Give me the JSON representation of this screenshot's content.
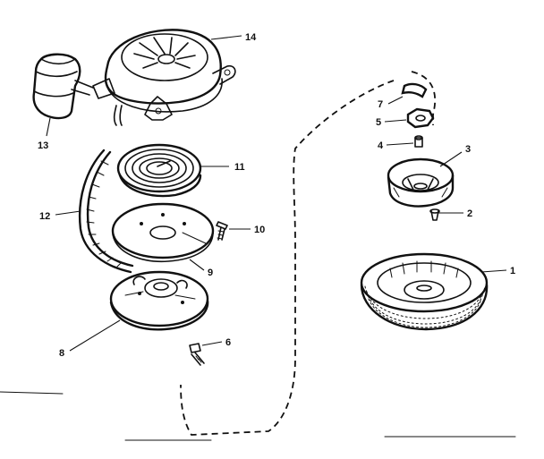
{
  "diagram": {
    "line_color": "#111111",
    "background_color": "#ffffff",
    "parts": [
      {
        "id": "p1",
        "label": "1"
      },
      {
        "id": "p2",
        "label": "2"
      },
      {
        "id": "p3",
        "label": "3"
      },
      {
        "id": "p4",
        "label": "4"
      },
      {
        "id": "p5",
        "label": "5"
      },
      {
        "id": "p6",
        "label": "6"
      },
      {
        "id": "p7",
        "label": "7"
      },
      {
        "id": "p8",
        "label": "8"
      },
      {
        "id": "p9",
        "label": "9"
      },
      {
        "id": "p10",
        "label": "10"
      },
      {
        "id": "p11",
        "label": "11"
      },
      {
        "id": "p12",
        "label": "12"
      },
      {
        "id": "p13",
        "label": "13"
      },
      {
        "id": "p14",
        "label": "14"
      }
    ]
  }
}
